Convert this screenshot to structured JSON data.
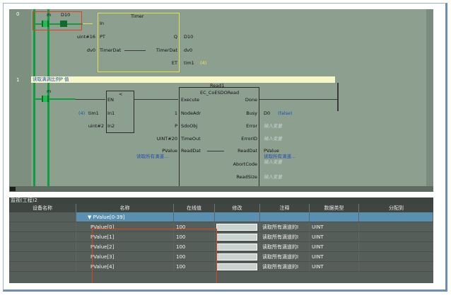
{
  "rung0": {
    "number": "0",
    "contact_m": "m",
    "contact_d10": "D10",
    "timer": {
      "title": "Timer",
      "in": "In",
      "pt": "PT",
      "pt_value": "uint#16",
      "timerdat_in": "TimerDat",
      "timerdat_in_value": "dv0",
      "q": "Q",
      "q_value": "D10",
      "timerdat_out": "TimerDat",
      "timerdat_out_value": "dv0",
      "et": "ET",
      "et_value": "tim1",
      "et_live": "(4)"
    }
  },
  "rung1": {
    "number": "1",
    "comment": "读取满满比例P 值",
    "contact_m": "m",
    "cmp": {
      "op": "<",
      "en": "EN",
      "in1": "In1",
      "in2": "In2",
      "in1_live": "(4)",
      "in1_value": "tim1",
      "in2_value": "uint#2"
    },
    "read": {
      "instance": "Read1",
      "type": "EC_CoESDORead",
      "execute": "Execute",
      "done": "Done",
      "nodeadr": "NodeAdr",
      "nodeadr_value": "1",
      "busy": "Busy",
      "busy_value": "D0",
      "busy_live": "(false)",
      "sdoobj": "SdoObj",
      "sdoobj_value": "P",
      "error": "Error",
      "error_value": "输入变量",
      "timeout": "TimeOut",
      "timeout_value": "UINT#20",
      "errorid": "ErrorID",
      "errorid_value": "输入变量",
      "readdat_in": "ReadDat",
      "readdat_in_value": "PValue",
      "readdat_in_desc": "读取所有滴道...",
      "readdat_out": "ReadDat",
      "readdat_out_value": "PValue",
      "readdat_out_desc": "读取所有滴道...",
      "abortcode": "AbortCode",
      "abortcode_value": "输入变量",
      "readsize": "ReadSize",
      "readsize_value": "输入变量"
    }
  },
  "watch": {
    "title": "监视(工程)2",
    "columns": [
      "设备名称",
      "名称",
      "在线值",
      "修改",
      "注释",
      "数据类型",
      "分配到"
    ],
    "group": "PValue[0-39]",
    "rows": [
      {
        "name": "PValue[0]",
        "value": "100",
        "comment": "读取所有滴道的I",
        "type": "UINT"
      },
      {
        "name": "PValue[1]",
        "value": "100",
        "comment": "读取所有滴道的I",
        "type": "UINT"
      },
      {
        "name": "PValue[2]",
        "value": "100",
        "comment": "读取所有滴道的I",
        "type": "UINT"
      },
      {
        "name": "PValue[3]",
        "value": "100",
        "comment": "读取所有滴道的I",
        "type": "UINT"
      },
      {
        "name": "PValue[4]",
        "value": "100",
        "comment": "读取所有滴道的I",
        "type": "UINT"
      }
    ]
  },
  "colors": {
    "ladder_bg": "#8da090",
    "rail": "#119c40",
    "highlight": "#e04020",
    "group_row": "#5a8fb0"
  }
}
